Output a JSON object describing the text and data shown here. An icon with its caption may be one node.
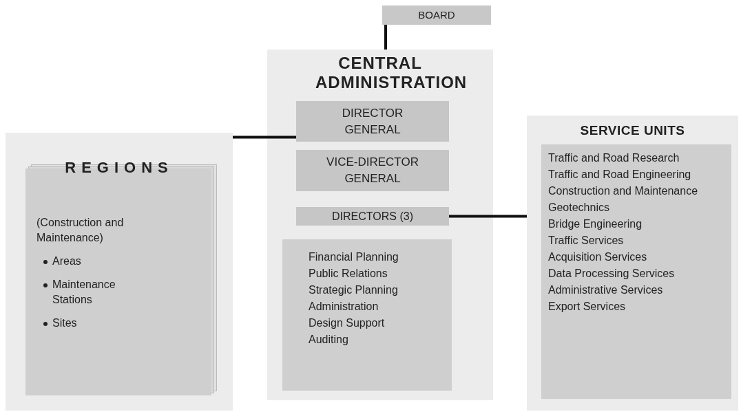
{
  "diagram": {
    "nodes": [
      {
        "text": [
          "BOARD"
        ]
      },
      {
        "text": [
          "CENTRAL ADMINISTRATION"
        ]
      },
      {
        "text": [
          "DIRECTOR GENERAL"
        ],
        "in": 1
      },
      {
        "text": [
          "VICE-DIRECTOR GENERAL"
        ],
        "in": 1
      },
      {
        "text": [
          "DIRECTORS (3)"
        ],
        "in": 1
      },
      {
        "text": [
          "Financial Planning",
          "Public Relations",
          "Strategic Planning",
          "Administration",
          "Design Support",
          "Auditing"
        ],
        "in": 1
      },
      {
        "text": [
          "REGIONS"
        ]
      },
      {
        "text": [
          "(Construction and Maintenance)",
          "Areas",
          "Maintenance Stations",
          "Sites"
        ],
        "in": 6
      },
      {
        "text": [
          "SERVICE UNITS"
        ]
      },
      {
        "text": [
          "Traffic and Road Research",
          "Traffic and Road Engineering",
          "Construction and Maintenance",
          "Geotechnics",
          "Bridge Engineering",
          "Traffic Services",
          "Acquisition Services",
          "Data Processing Services",
          "Administrative Services",
          "Export Services"
        ],
        "in": 8
      }
    ],
    "edges": [
      {
        "from": 0,
        "to": 1,
        "arrow": "none"
      },
      {
        "from": 6,
        "to": 2,
        "arrow": "none"
      },
      {
        "from": 4,
        "to": 8,
        "arrow": "none"
      }
    ]
  }
}
